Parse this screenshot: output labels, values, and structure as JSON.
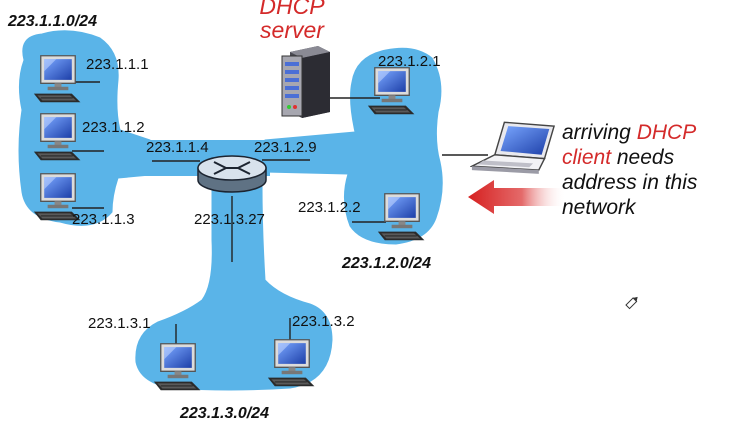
{
  "subnets": {
    "left": "223.1.1.0/24",
    "right": "223.1.2.0/24",
    "bottom": "223.1.3.0/24"
  },
  "server_label": {
    "line1": "DHCP",
    "line2": "server"
  },
  "hosts": {
    "h111": "223.1.1.1",
    "h112": "223.1.1.2",
    "h113": "223.1.1.3",
    "h121": "223.1.2.1",
    "h122": "223.1.2.2",
    "h131": "223.1.3.1",
    "h132": "223.1.3.2"
  },
  "router_interfaces": {
    "left": "223.1.1.4",
    "right": "223.1.2.9",
    "bottom": "223.1.3.27"
  },
  "client_caption": {
    "line1_a": "arriving ",
    "line1_b": "DHCP",
    "line2_a": "client",
    "line2_b": " needs",
    "line3": "address in this",
    "line4": "network"
  },
  "colors": {
    "cloud": "#5ab4e8",
    "accent_red": "#d42a2a",
    "text": "#111111"
  },
  "icons": {
    "host": "desktop-computer-icon",
    "server": "server-tower-icon",
    "router": "router-icon",
    "client": "laptop-icon",
    "arrow": "arrow-left-icon",
    "cursor": "pencil-cursor-icon"
  }
}
